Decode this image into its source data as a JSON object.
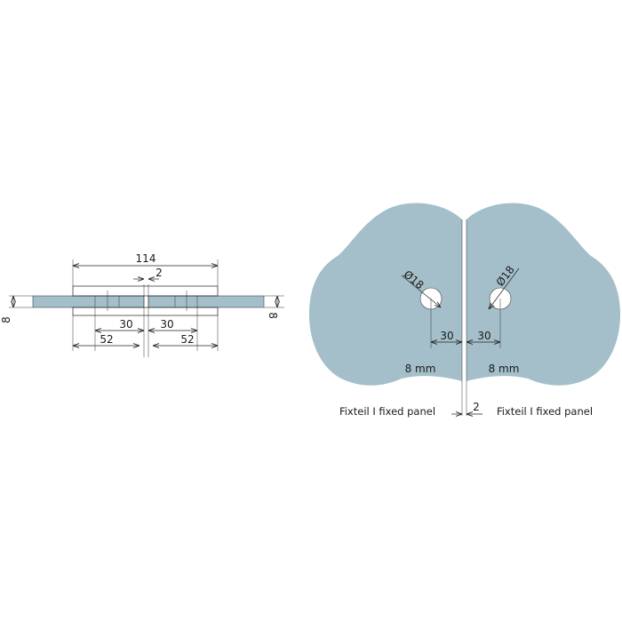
{
  "colors": {
    "glass": "#a4bfc9",
    "line": "#222222",
    "background": "#ffffff",
    "hole": "#ffffff"
  },
  "side_view": {
    "dim_total": "114",
    "dim_gap": "2",
    "dim_thickness_left": "8",
    "dim_thickness_right": "8",
    "dim_inner_left": "30",
    "dim_inner_right": "30",
    "dim_outer_left": "52",
    "dim_outer_right": "52"
  },
  "front_view": {
    "hole_dia_left": "Ø18",
    "hole_dia_right": "Ø18",
    "dim_hole_left": "30",
    "dim_hole_right": "30",
    "thickness_left": "8 mm",
    "thickness_right": "8 mm",
    "dim_gap": "2",
    "panel_label_left": "Fixteil I fixed panel",
    "panel_label_right": "Fixteil I fixed panel"
  }
}
